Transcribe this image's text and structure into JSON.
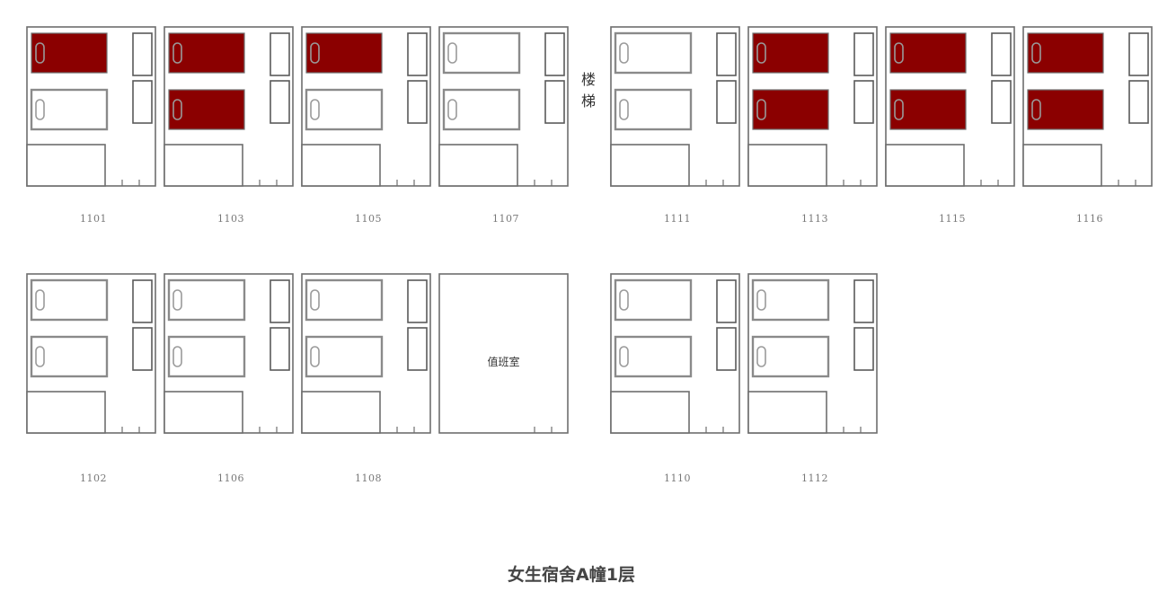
{
  "title": "女生宿舍A幢1层",
  "stairs": {
    "label_line1": "楼",
    "label_line2": "梯"
  },
  "colors": {
    "occupied_bed": "#8b0000",
    "free_bed_outline": "#8a8a8a",
    "wall": "#6e6e6e"
  },
  "rooms": [
    {
      "number": "1101",
      "type": "dorm",
      "beds": [
        "occupied",
        "free"
      ]
    },
    {
      "number": "1103",
      "type": "dorm",
      "beds": [
        "occupied",
        "occupied"
      ]
    },
    {
      "number": "1105",
      "type": "dorm",
      "beds": [
        "occupied",
        "free"
      ]
    },
    {
      "number": "1107",
      "type": "dorm",
      "beds": [
        "free",
        "free"
      ]
    },
    {
      "number": "1111",
      "type": "dorm",
      "beds": [
        "free",
        "free"
      ]
    },
    {
      "number": "1113",
      "type": "dorm",
      "beds": [
        "occupied",
        "occupied"
      ]
    },
    {
      "number": "1115",
      "type": "dorm",
      "beds": [
        "occupied",
        "occupied"
      ]
    },
    {
      "number": "1116",
      "type": "dorm",
      "beds": [
        "occupied",
        "occupied"
      ]
    },
    {
      "number": "1102",
      "type": "dorm",
      "beds": [
        "free",
        "free"
      ]
    },
    {
      "number": "1106",
      "type": "dorm",
      "beds": [
        "free",
        "free"
      ]
    },
    {
      "number": "1108",
      "type": "dorm",
      "beds": [
        "free",
        "free"
      ]
    },
    {
      "number": "",
      "type": "duty",
      "label": "值班室"
    },
    {
      "number": "1110",
      "type": "dorm",
      "beds": [
        "free",
        "free"
      ]
    },
    {
      "number": "1112",
      "type": "dorm",
      "beds": [
        "free",
        "free"
      ]
    }
  ]
}
